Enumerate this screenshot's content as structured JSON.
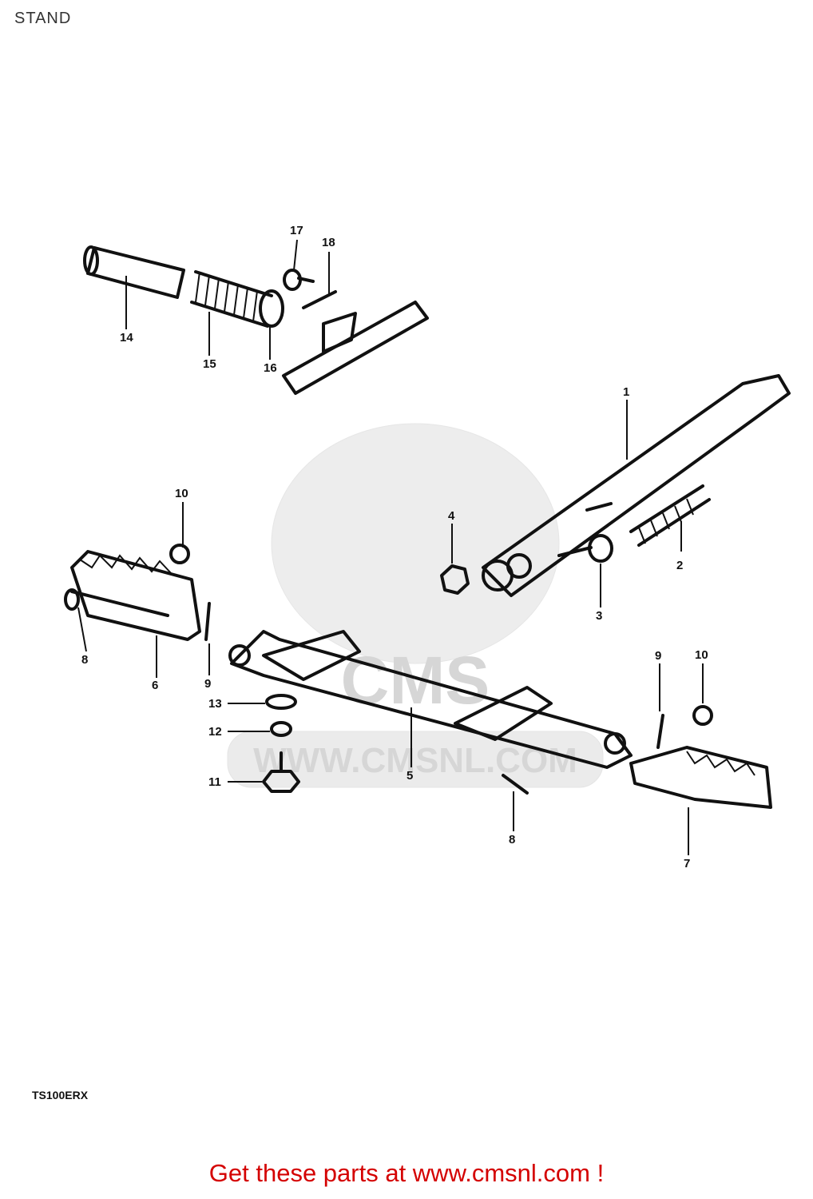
{
  "title": "STAND",
  "model_code": "TS100ERX",
  "footer": "Get these parts at www.cmsnl.com !",
  "watermark": {
    "brand": "CMS",
    "url": "WWW.CMSNL.COM"
  },
  "callouts": [
    "1",
    "2",
    "3",
    "4",
    "5",
    "6",
    "7",
    "8",
    "8",
    "9",
    "9",
    "10",
    "10",
    "11",
    "12",
    "13",
    "14",
    "15",
    "16",
    "17",
    "18"
  ],
  "colors": {
    "footer": "#d40000",
    "line": "#111111",
    "watermark": "#d6d6d6"
  }
}
